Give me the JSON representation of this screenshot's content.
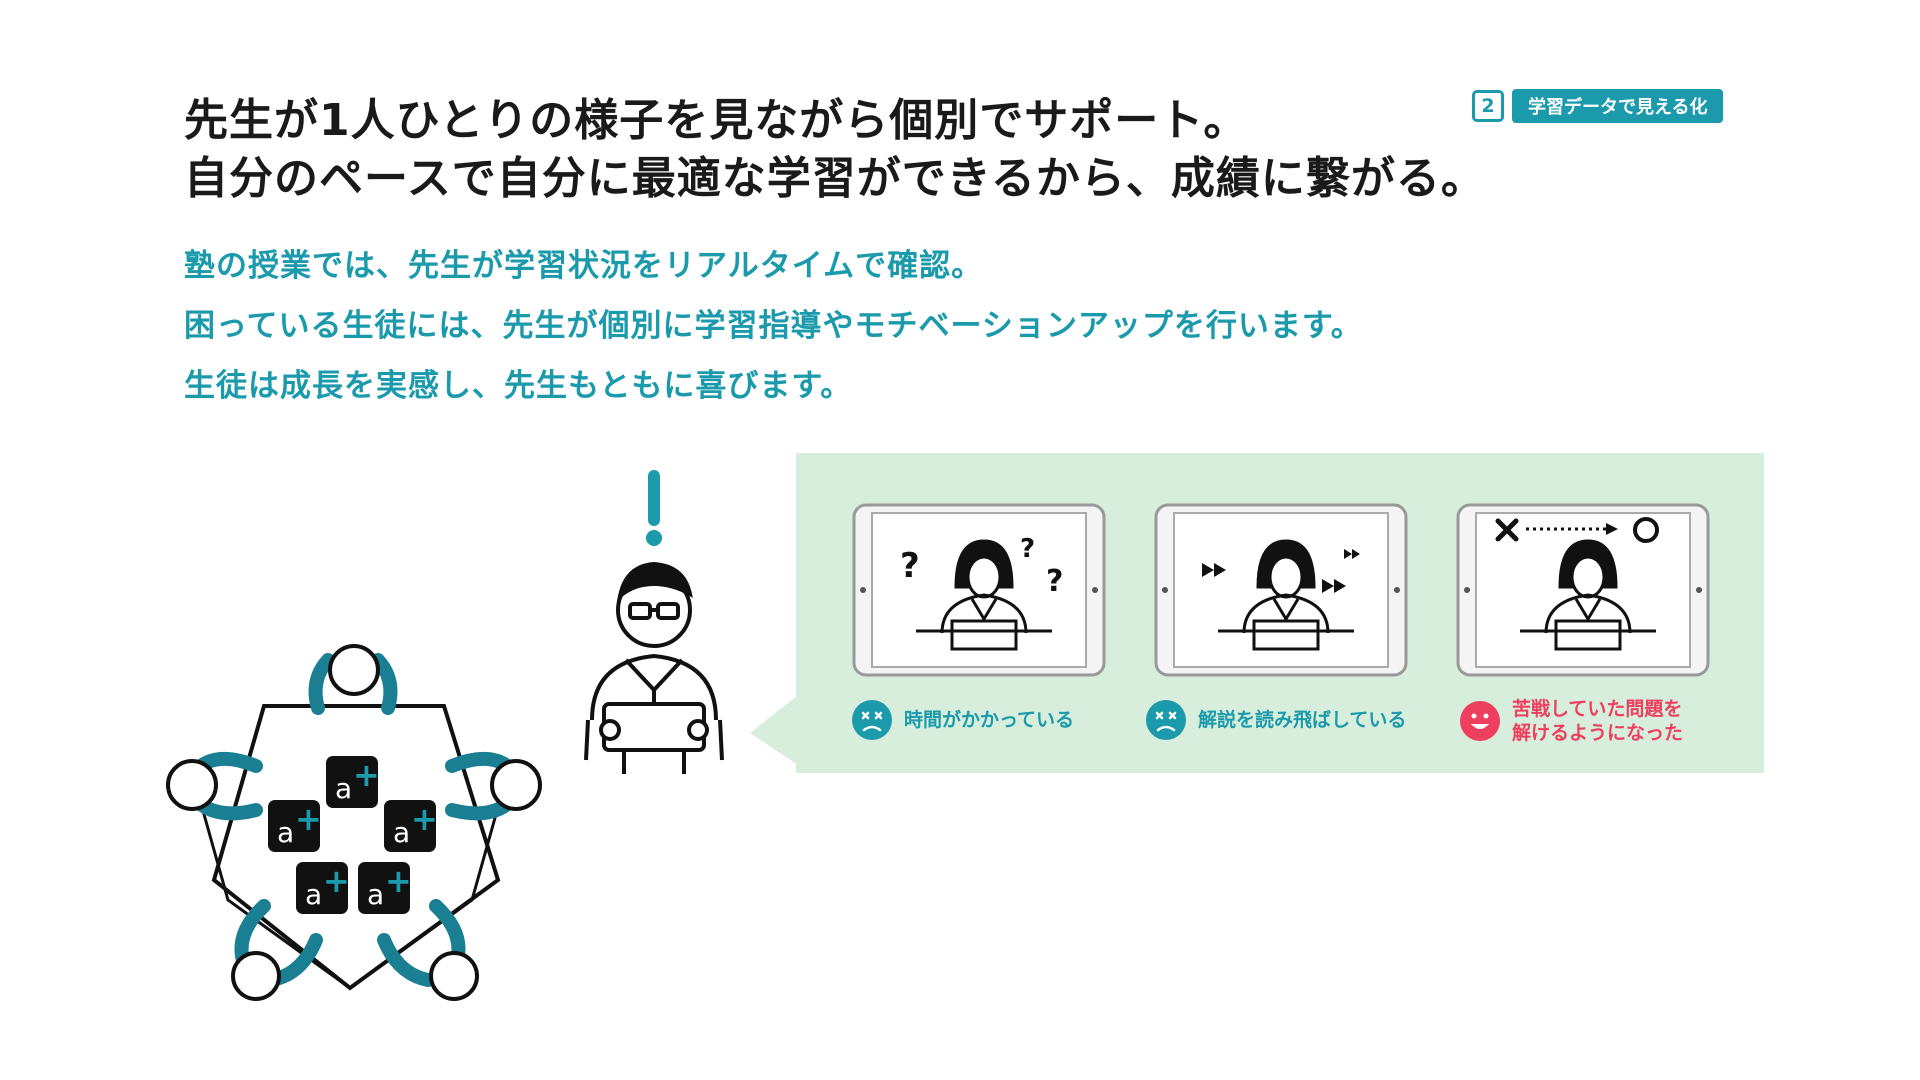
{
  "heading": {
    "line1": "先生が1人ひとりの様子を見ながら個別でサポート。",
    "line2": "自分のペースで自分に最適な学習ができるから、成績に繋がる。"
  },
  "badge": {
    "number": "2",
    "label": "学習データで見える化"
  },
  "description": {
    "line1": "塾の授業では、先生が学習状況をリアルタイムで確認。",
    "line2": "困っている生徒には、先生が個別に学習指導やモチベーションアップを行います。",
    "line3": "生徒は成長を実感し、先生もともに喜びます。"
  },
  "tablet_logo_text": "a",
  "tablet_logo_symbol": "+",
  "statuses": [
    {
      "line1": "時間がかかっている",
      "line2": "",
      "face": "dizzy-face-icon",
      "color": "#1b9aac"
    },
    {
      "line1": "解説を読み飛ばしている",
      "line2": "",
      "face": "dizzy-face-icon",
      "color": "#1b9aac"
    },
    {
      "line1": "苦戦していた問題を",
      "line2": "解けるようになった",
      "face": "smile-face-icon",
      "color": "#ee3f5e"
    }
  ],
  "colors": {
    "accent": "#1b9aac",
    "positive": "#ee3f5e",
    "panel_bg": "#d8eedc",
    "text": "#1a1a1a"
  }
}
